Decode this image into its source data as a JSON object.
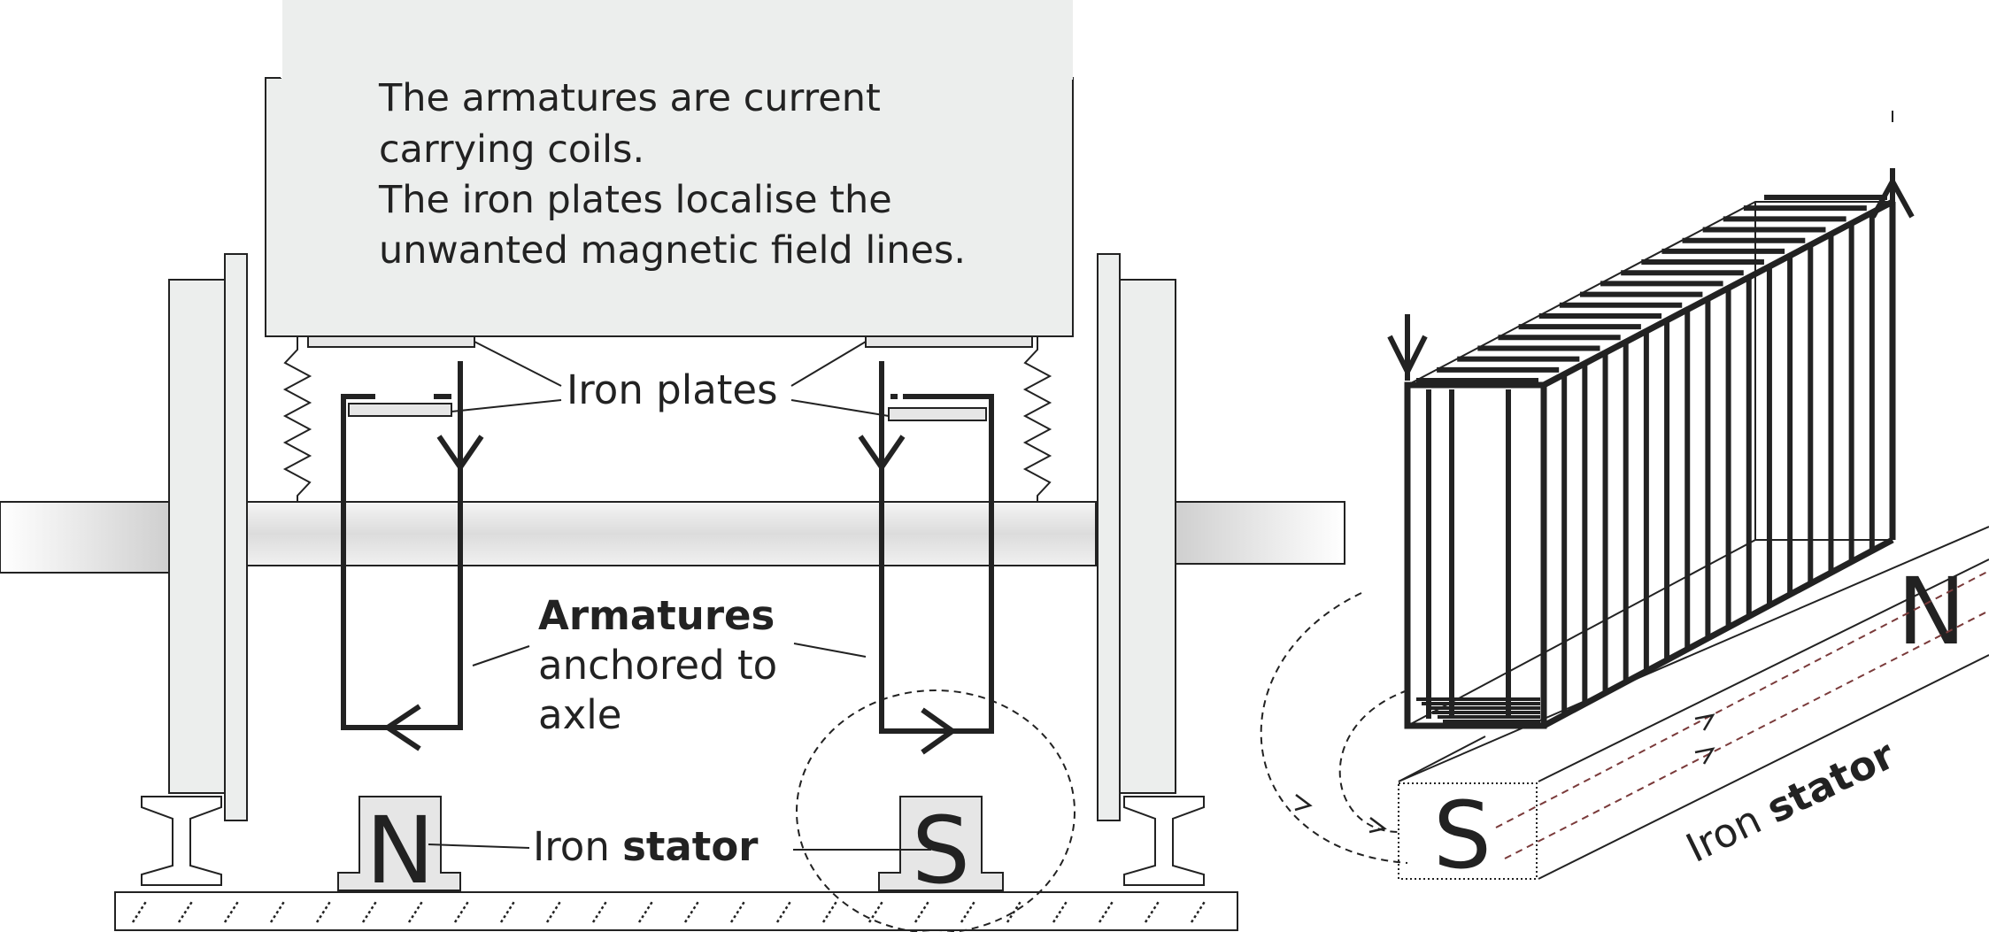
{
  "caption": {
    "lines": [
      "The armatures are current",
      "carrying coils.",
      "The iron plates localise the",
      "unwanted magnetic field lines."
    ]
  },
  "labels": {
    "iron_plates": "Iron plates",
    "armatures_bold": "Armatures",
    "armatures_line2": "anchored to",
    "armatures_line3": "axle",
    "iron_stator_prefix": "Iron ",
    "iron_stator_bold": "stator",
    "iso_stator_prefix": "Iron ",
    "iso_stator_bold": "stator"
  },
  "poles": {
    "left_magnet": "N",
    "right_magnet": "S",
    "iso_near": "S",
    "iso_far": "N"
  },
  "colors": {
    "line": "#222222",
    "panel": "#eceeed",
    "axle": "#e6e6e6",
    "field_dash": "#7a3a3a"
  }
}
